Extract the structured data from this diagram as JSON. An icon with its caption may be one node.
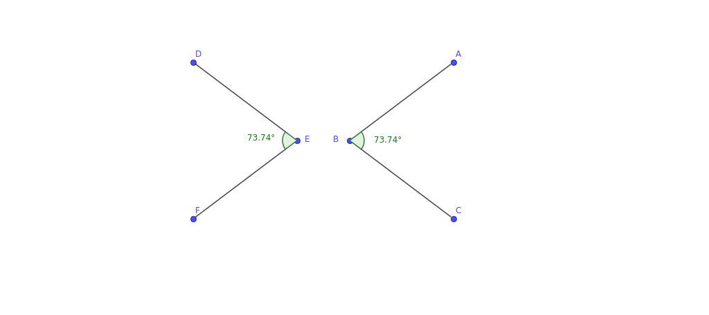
{
  "diagram": {
    "nodes": [
      {
        "text": [
          "D"
        ]
      },
      {
        "text": [
          "E"
        ]
      },
      {
        "text": [
          "F"
        ]
      },
      {
        "text": [
          "A"
        ]
      },
      {
        "text": [
          "B"
        ]
      },
      {
        "text": [
          "C"
        ]
      }
    ],
    "edges": [
      {
        "from": 0,
        "to": 1,
        "arrow": "none"
      },
      {
        "from": 2,
        "to": 1,
        "arrow": "none"
      },
      {
        "from": 4,
        "to": 3,
        "arrow": "none"
      },
      {
        "from": 4,
        "to": 5,
        "arrow": "none"
      }
    ],
    "labels": [
      "73.74°",
      "73.74°"
    ]
  }
}
